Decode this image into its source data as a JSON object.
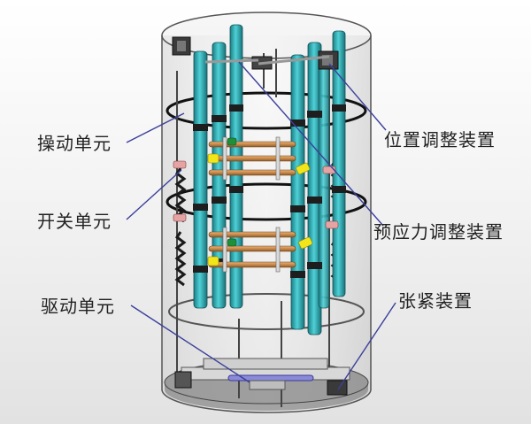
{
  "labels": {
    "operating_unit": "操动单元",
    "switch_unit": "开关单元",
    "drive_unit": "驱动单元",
    "position_adjust": "位置调整装置",
    "prestress_adjust": "预应力调整装置",
    "tensioning": "张紧装置"
  },
  "colors": {
    "teal": "#2fb2b8",
    "copper": "#c98a4a",
    "yellow": "#f2e51a",
    "dark": "#2a2a2a",
    "leader": "#3a3f9a"
  }
}
